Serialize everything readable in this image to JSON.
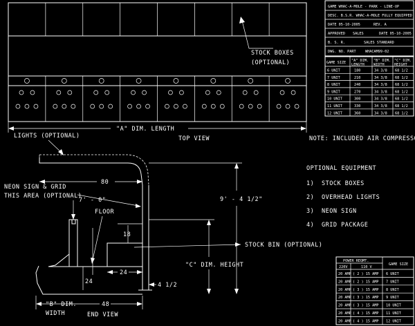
{
  "title_block": {
    "line1": "GAME WHAC-A-MOLE - PARK - LINE-UP",
    "line2": "DESC. B.S.R. WHAC-A-MOLE FULLY EQUIPPED",
    "date_label": "DATE 05-10-2005",
    "rev_label": "REV. A",
    "approved_label": "APPROVED",
    "approved_value": "SALES",
    "date2_label": "DATE 05-10-2005",
    "company": "B. S. R.",
    "department": "SALES STANDARD",
    "part_label": "DWG. NO. PART",
    "part_number": "WHACAM99-02"
  },
  "size_table": {
    "headers": [
      "GAME SIZE",
      "\"A\" DIM. LENGTH",
      "\"B\" DIM. WIDTH",
      "\"C\" DIM. HEIGHT"
    ],
    "rows": [
      [
        "6 UNIT",
        "180",
        "34 3/8",
        "68 1/2"
      ],
      [
        "7 UNIT",
        "210",
        "34 3/8",
        "68 1/2"
      ],
      [
        "8 UNIT",
        "240",
        "34 3/8",
        "68 1/2"
      ],
      [
        "9 UNIT",
        "270",
        "34 3/8",
        "68 1/2"
      ],
      [
        "10 UNIT",
        "300",
        "34 3/8",
        "68 1/2"
      ],
      [
        "11 UNIT",
        "330",
        "34 3/8",
        "68 1/2"
      ],
      [
        "12 UNIT",
        "360",
        "34 3/8",
        "68 1/2"
      ]
    ]
  },
  "power_table": {
    "title": "POWER REQMT.",
    "col1": "220V",
    "col2": "110 V",
    "col3": "GAME SIZE",
    "rows": [
      [
        "20 AMP",
        "( 2 ) 15 AMP",
        "6 UNIT"
      ],
      [
        "20 AMP",
        "( 2 ) 15 AMP",
        "7 UNIT"
      ],
      [
        "20 AMP",
        "( 3 ) 15 AMP",
        "8 UNIT"
      ],
      [
        "20 AMP",
        "( 3 ) 15 AMP",
        "9 UNIT"
      ],
      [
        "20 AMP",
        "( 3 ) 15 AMP",
        "10 UNIT"
      ],
      [
        "20 AMP",
        "( 4 ) 15 AMP",
        "11 UNIT"
      ],
      [
        "20 AMP",
        "( 4 ) 15 AMP",
        "12 UNIT"
      ]
    ]
  },
  "labels": {
    "stock_boxes": "STOCK BOXES",
    "stock_boxes_opt": "(OPTIONAL)",
    "lights_optional": "LIGHTS (OPTIONAL)",
    "a_dim": "\"A\" DIM. LENGTH",
    "top_view": "TOP VIEW",
    "note": "NOTE: INCLUDED AIR COMPRESSOR",
    "optional_equipment": "OPTIONAL EQUIPMENT",
    "neon_sign_grid_1": "NEON SIGN & GRID",
    "neon_sign_grid_2": "THIS AREA (OPTIONAL)",
    "dim_80": "80",
    "dim_7ft": "7' - 0\"",
    "dim_9ft": "9' - 4 1/2\"",
    "floor": "FLOOR",
    "dim_18": "18",
    "stock_bin": "STOCK BIN (OPTIONAL)",
    "c_dim_height": "\"C\" DIM. HEIGHT",
    "dim_24a": "24",
    "dim_24b": "24",
    "dim_4half": "4 1/2",
    "b_dim_1": "\"B\" DIM.",
    "b_dim_2": "WIDTH",
    "dim_48": "48",
    "end_view": "END VIEW"
  },
  "optional_items": [
    {
      "num": "1)",
      "text": "STOCK BOXES"
    },
    {
      "num": "2)",
      "text": "OVERHEAD LIGHTS"
    },
    {
      "num": "3)",
      "text": "NEON SIGN"
    },
    {
      "num": "4)",
      "text": "GRID PACKAGE"
    }
  ]
}
